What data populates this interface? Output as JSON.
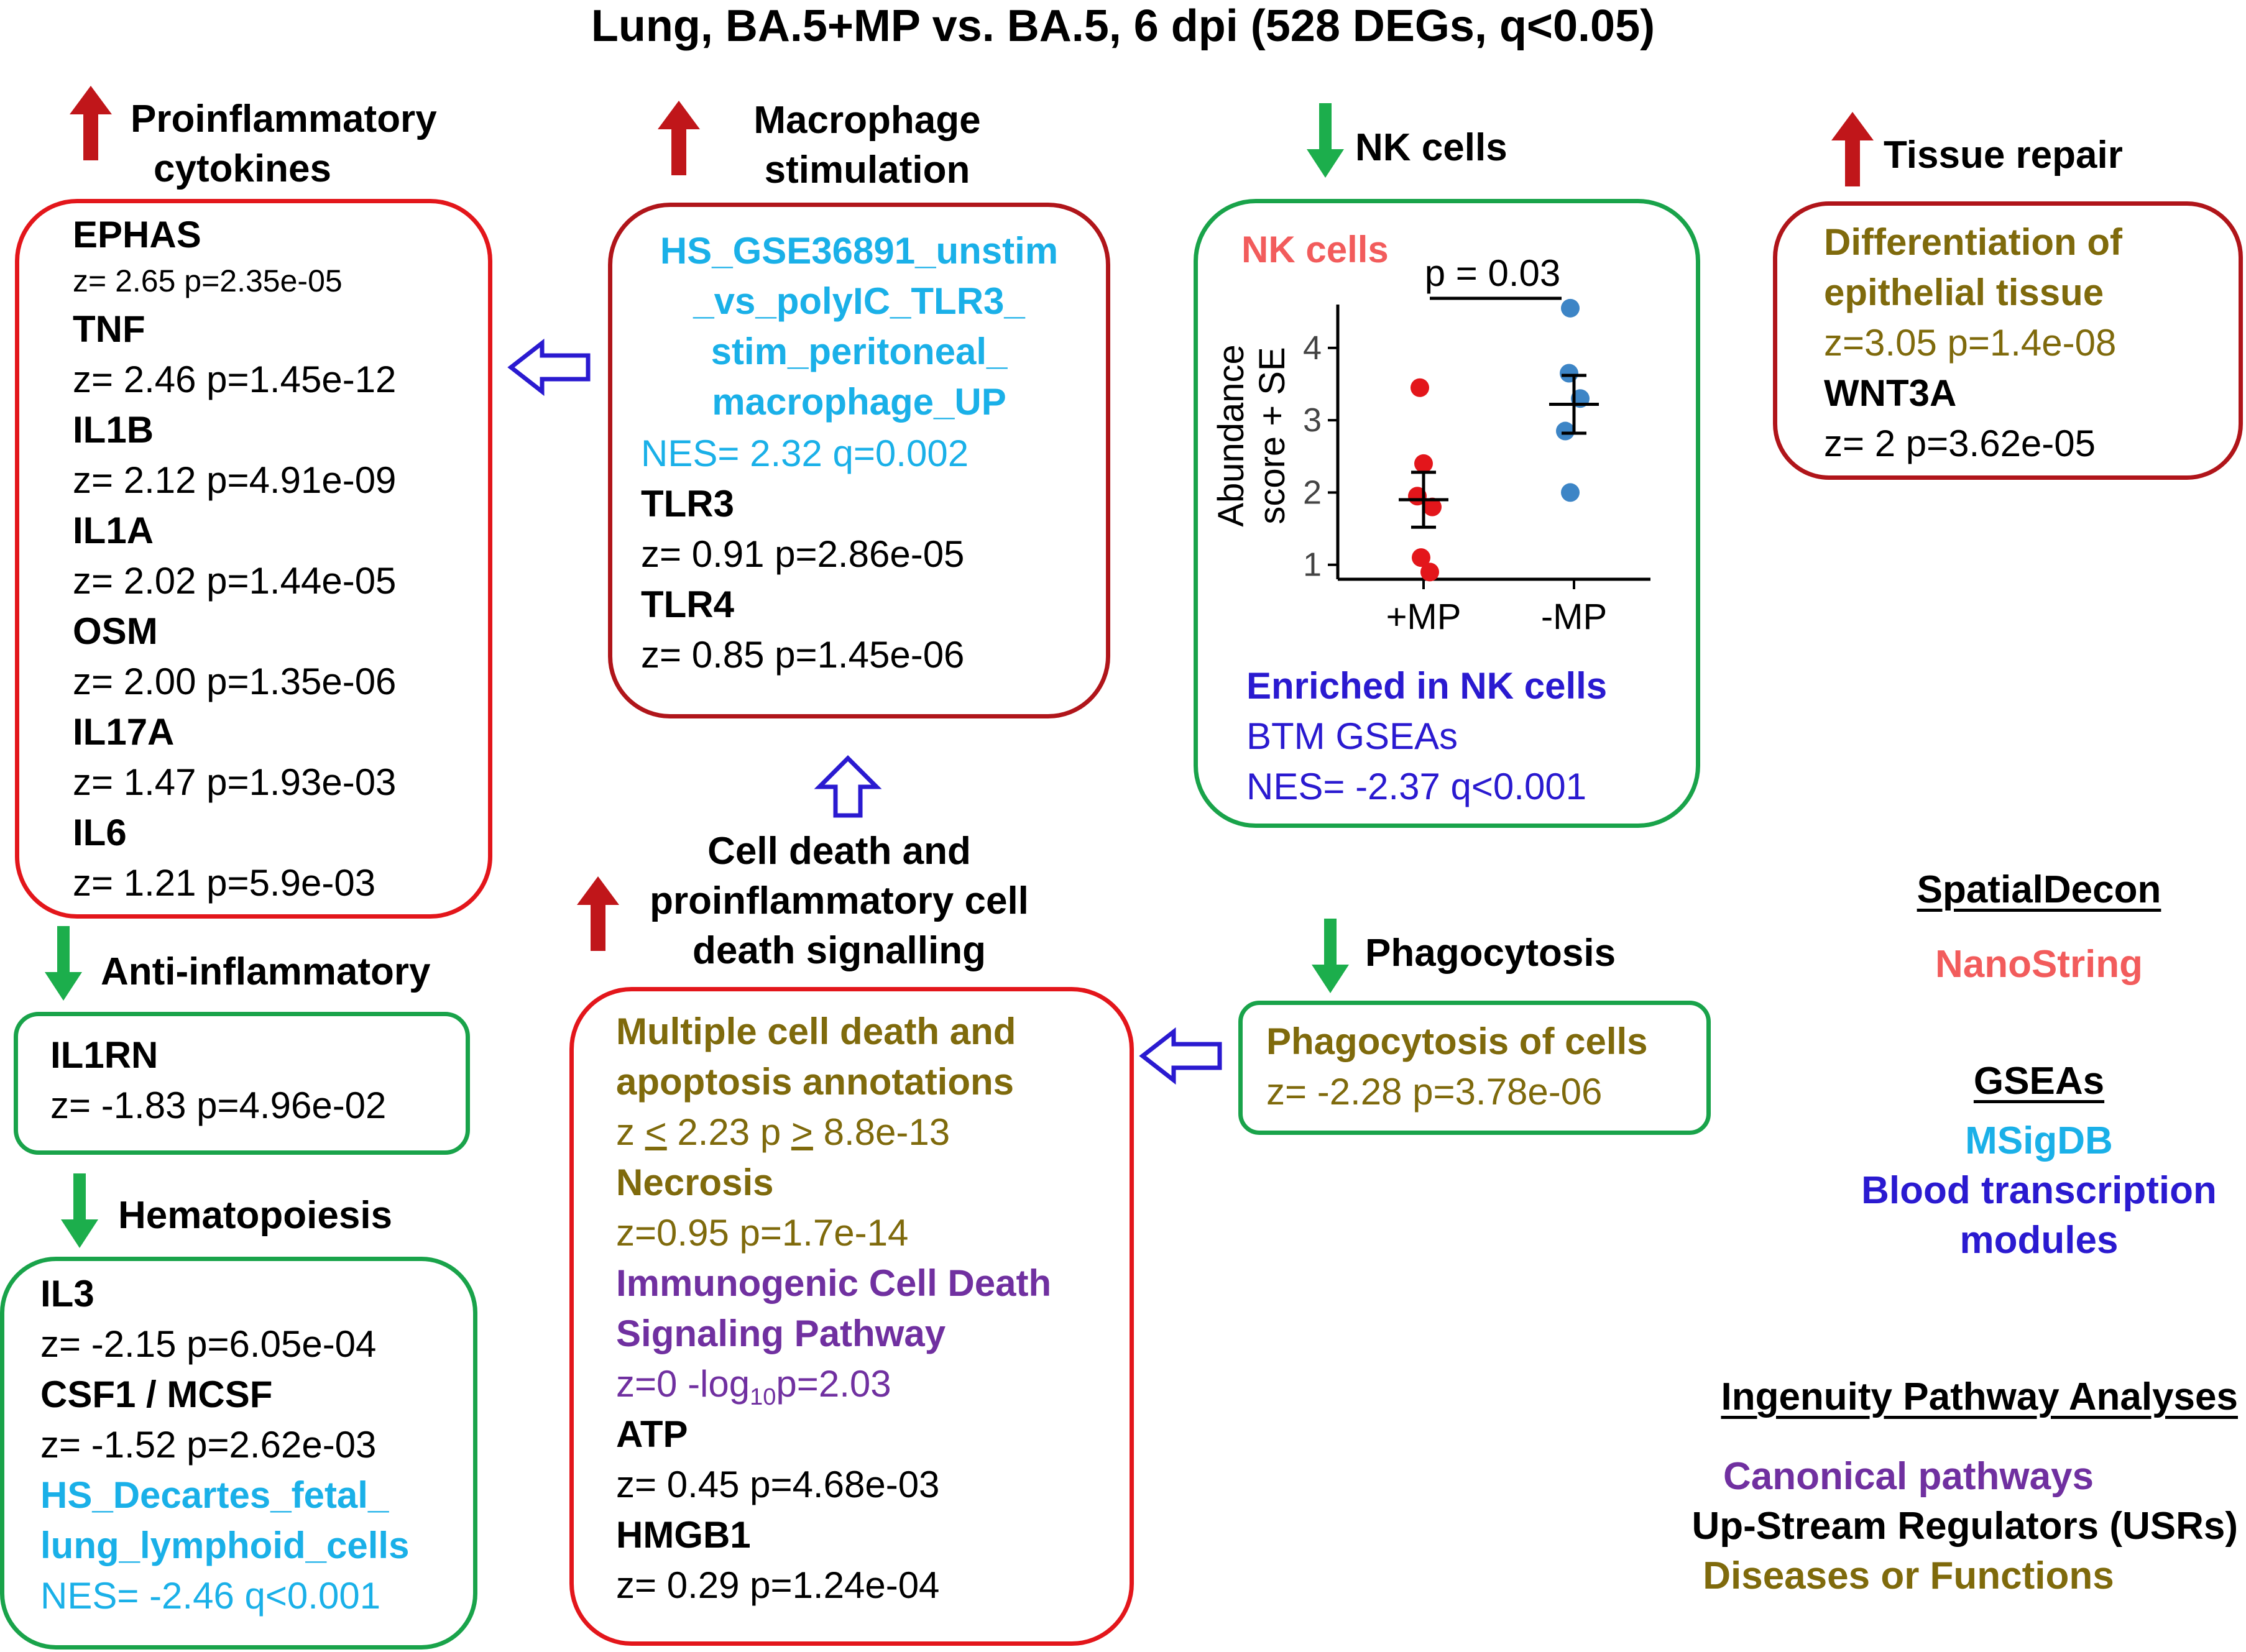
{
  "title": "Lung, BA.5+MP vs. BA.5, 6 dpi (528 DEGs, q<0.05)",
  "colors": {
    "up_arrow": "#c0161a",
    "down_arrow": "#1cae4c",
    "connector_arrow": "#2a1ad0",
    "msigdb": "#1ab0e8",
    "btm": "#2a1ad0",
    "diseases": "#7f6a0c",
    "canonical": "#7030a0",
    "nanostring": "#f25c5c"
  },
  "proinflammatory": {
    "heading_line1": "Proinflammatory",
    "heading_line2": "cytokines",
    "direction": "up-arrow-icon",
    "items": [
      {
        "gene": "EPHAS",
        "stats": "z= 2.65 p=2.35e-05"
      },
      {
        "gene": "TNF",
        "stats": "z= 2.46 p=1.45e-12"
      },
      {
        "gene": "IL1B",
        "stats": "z= 2.12  p=4.91e-09"
      },
      {
        "gene": "IL1A",
        "stats": "z= 2.02  p=1.44e-05"
      },
      {
        "gene": "OSM",
        "stats": "z= 2.00 p=1.35e-06"
      },
      {
        "gene": "IL17A",
        "stats": "z= 1.47 p=1.93e-03"
      },
      {
        "gene": "IL6",
        "stats": "z= 1.21 p=5.9e-03"
      }
    ]
  },
  "macrophage": {
    "heading_line1": "Macrophage",
    "heading_line2": "stimulation",
    "direction": "up-arrow-icon",
    "gsea_line1": "HS_GSE36891_unstim",
    "gsea_line2": "_vs_polyIC_TLR3_",
    "gsea_line3": "stim_peritoneal_",
    "gsea_line4": "macrophage_UP",
    "nes": "NES= 2.32 q=0.002",
    "items": [
      {
        "gene": "TLR3",
        "stats": "z= 0.91 p=2.86e-05"
      },
      {
        "gene": "TLR4",
        "stats": "z= 0.85 p=1.45e-06"
      }
    ]
  },
  "nk": {
    "heading": "NK cells",
    "direction": "down-arrow-icon",
    "plot_title": "NK cells",
    "pvalue": "p = 0.03",
    "ylabel_line1": "Abundance",
    "ylabel_line2": "score + SE",
    "enriched": "Enriched in NK cells",
    "btm": "BTM GSEAs",
    "nes": "NES= -2.37 q<0.001"
  },
  "chart_data": {
    "type": "scatter",
    "categories": [
      "+MP",
      "-MP"
    ],
    "ylabel": "Abundance score + SE",
    "ylim": [
      0.8,
      4.6
    ],
    "yticks": [
      1,
      2,
      3,
      4
    ],
    "series": [
      {
        "name": "+MP",
        "color": "#e3161b",
        "values": [
          3.45,
          2.4,
          1.95,
          1.8,
          1.1,
          0.9
        ],
        "mean": 1.9,
        "se": 0.38
      },
      {
        "name": "-MP",
        "color": "#3d85c6",
        "values": [
          4.55,
          3.65,
          3.3,
          2.85,
          2.0
        ],
        "mean": 3.22,
        "se": 0.4
      }
    ]
  },
  "tissue": {
    "heading": "Tissue repair",
    "direction": "up-arrow-icon",
    "line1": "Differentiation of",
    "line2": "epithelial tissue",
    "stats": "z=3.05  p=1.4e-08",
    "gene": "WNT3A",
    "gene_stats": "z= 2 p=3.62e-05"
  },
  "antiinflammatory": {
    "heading": "Anti-inflammatory",
    "direction": "down-arrow-icon",
    "gene": "IL1RN",
    "stats": "z= -1.83  p=4.96e-02"
  },
  "hematopoiesis": {
    "heading": "Hematopoiesis",
    "direction": "down-arrow-icon",
    "items": [
      {
        "gene": "IL3",
        "stats": "z= -2.15  p=6.05e-04"
      },
      {
        "gene": "CSF1 / MCSF",
        "stats": "z= -1.52  p=2.62e-03"
      }
    ],
    "gsea_line1": "HS_Decartes_fetal_",
    "gsea_line2": "lung_lymphoid_cells",
    "nes": "NES= -2.46 q<0.001"
  },
  "celldeath": {
    "heading_line1": "Cell death and",
    "heading_line2": "proinflammatory cell",
    "heading_line3": "death signalling",
    "direction": "up-arrow-icon",
    "multi_line1": "Multiple cell death and",
    "multi_line2": "apoptosis annotations",
    "multi_z": "z ",
    "multi_le": "<",
    "multi_mid": " 2.23 p ",
    "multi_ge": ">",
    "multi_end": " 8.8e-13",
    "necrosis": "Necrosis",
    "necrosis_stats": "z=0.95  p=1.7e-14",
    "icd_line1": "Immunogenic Cell Death",
    "icd_line2": "Signaling Pathway",
    "icd_stats_a": "z=0 -log",
    "icd_stats_sub": "10",
    "icd_stats_b": "p=2.03",
    "items": [
      {
        "gene": "ATP",
        "stats": "z= 0.45 p=4.68e-03"
      },
      {
        "gene": "HMGB1",
        "stats": "z= 0.29 p=1.24e-04"
      }
    ]
  },
  "phagocytosis": {
    "heading": "Phagocytosis",
    "direction": "down-arrow-icon",
    "line1": "Phagocytosis of cells",
    "stats": "z= -2.28  p=3.78e-06"
  },
  "legend": {
    "spatialdecon": "SpatialDecon",
    "nanostring": "NanoString",
    "gseas": "GSEAs",
    "msigdb": "MSigDB",
    "btm_line1": "Blood transcription",
    "btm_line2": "modules",
    "ipa": "Ingenuity Pathway Analyses",
    "canonical": "Canonical pathways",
    "usr": "Up-Stream Regulators  (USRs)",
    "diseases": "Diseases or Functions"
  }
}
